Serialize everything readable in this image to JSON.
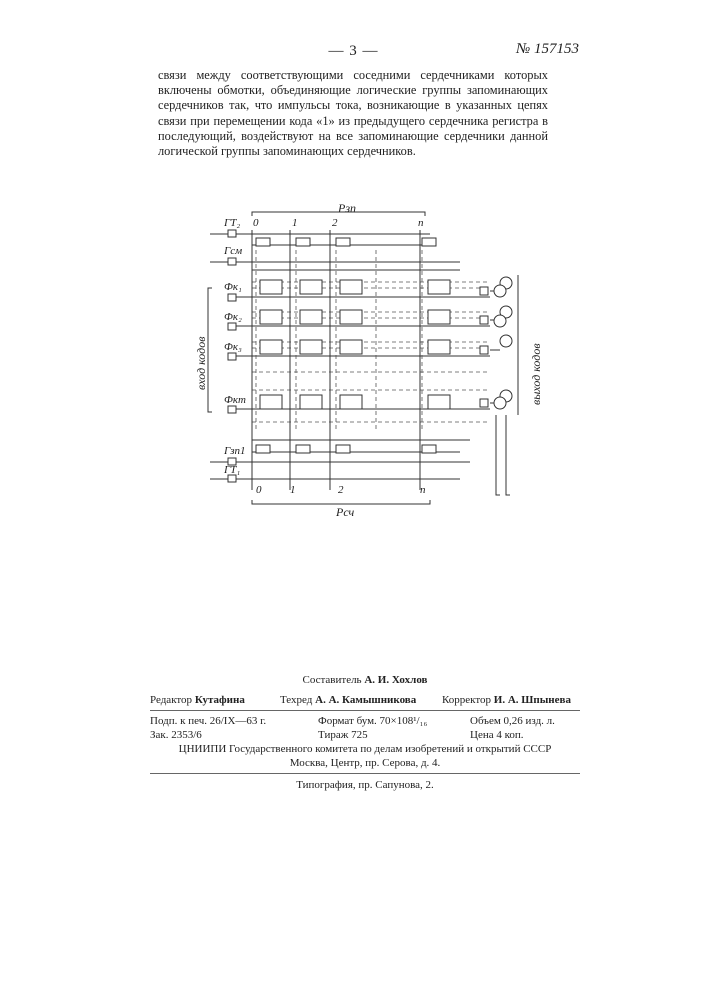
{
  "header": {
    "page_number": "— 3 —",
    "patent_number": "№ 157153"
  },
  "body": {
    "paragraph": "связи между соответствующими соседними сердечниками которых включены обмотки, объединяющие логические группы запоминающих сердечников так, что импульсы тока, возникающие в указанных цепях связи при перемещении кода «1» из предыдущего сердечника регистра в последующий, воздействуют на все запоминающие сердечники данной логической группы запоминающих сердечников."
  },
  "diagram": {
    "top_register": "Рзп",
    "bottom_register": "Рсч",
    "column_labels_top": [
      "0",
      "1",
      "2",
      "n"
    ],
    "column_labels_bottom": [
      "0",
      "1",
      "2",
      "n"
    ],
    "left_labels": [
      "ГТ₂",
      "Гсм",
      "Фк₁",
      "Фк₂",
      "Фк₃",
      "Фкm",
      "Гзп1",
      "ГТ₁"
    ],
    "input_label": "вход кодов",
    "output_label": "выход кодов"
  },
  "colophon": {
    "compiler_prefix": "Составитель",
    "compiler_name": "А. И. Хохлов",
    "editor_prefix": "Редактор",
    "editor_name": "Кутафина",
    "techred_prefix": "Техред",
    "techred_name": "А. А. Камышникова",
    "corrector_prefix": "Корректор",
    "corrector_name": "И. А. Шпынева",
    "signed": "Подп. к печ. 26/IX—63 г.",
    "format": "Формат бум. 70×108¹/₁₆",
    "volume": "Объем 0,26 изд. л.",
    "order": "Зак. 2353/6",
    "run": "Тираж 725",
    "price": "Цена 4 коп.",
    "publisher": "ЦНИИПИ Государственного комитета по делам изобретений и открытий СССР",
    "address": "Москва, Центр, пр. Серова, д. 4.",
    "printer": "Типография, пр. Сапунова, 2."
  }
}
